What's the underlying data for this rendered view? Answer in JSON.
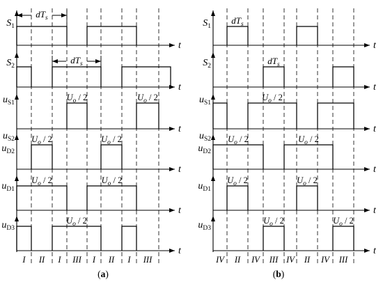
{
  "amplitude_label": {
    "main": "U",
    "sub": "o",
    "rest": " / 2"
  },
  "duty_label": {
    "main": "dT",
    "sub": "s"
  },
  "axis_label": "t",
  "panels": [
    {
      "caption": {
        "open": "(",
        "letter": "a",
        "close": ")"
      },
      "regions": [
        "I",
        "II",
        "I",
        "III",
        "I",
        "II",
        "I",
        "III"
      ],
      "rows": [
        {
          "labels": [
            {
              "main": "S",
              "sub": "1"
            }
          ],
          "levels": [
            1,
            1,
            1,
            0,
            1,
            1,
            1,
            0,
            0
          ],
          "duty_marker": "arrow",
          "duty_block": 0
        },
        {
          "labels": [
            {
              "main": "S",
              "sub": "2"
            }
          ],
          "levels": [
            1,
            0,
            1,
            1,
            1,
            0,
            1,
            1,
            1
          ],
          "duty_marker": "arrow",
          "duty_block": 1
        },
        {
          "labels": [
            {
              "main": "u",
              "sub": "S1"
            }
          ],
          "levels": [
            0,
            0,
            0,
            1,
            0,
            0,
            0,
            1,
            0
          ],
          "labeled_blocks": [
            0,
            1
          ]
        },
        {
          "labels": [
            {
              "main": "u",
              "sub": "S2"
            },
            {
              "main": "u",
              "sub": "D2"
            }
          ],
          "levels": [
            0,
            1,
            0,
            0,
            0,
            1,
            0,
            0,
            0
          ],
          "labeled_blocks": [
            0,
            1
          ]
        },
        {
          "labels": [
            {
              "main": "u",
              "sub": "D1"
            }
          ],
          "levels": [
            1,
            1,
            1,
            0,
            1,
            1,
            1,
            0,
            0
          ],
          "labeled_blocks": [
            0,
            1
          ]
        },
        {
          "labels": [
            {
              "main": "u",
              "sub": "D3"
            }
          ],
          "levels": [
            1,
            0,
            1,
            1,
            1,
            0,
            1,
            0,
            0
          ],
          "labeled_blocks": [
            1
          ]
        }
      ]
    },
    {
      "caption": {
        "open": "(",
        "letter": "b",
        "close": ")"
      },
      "regions": [
        "IV",
        "II",
        "IV",
        "III",
        "IV",
        "II",
        "IV",
        "III"
      ],
      "rows": [
        {
          "labels": [
            {
              "main": "S",
              "sub": "1"
            }
          ],
          "levels": [
            0,
            1,
            0,
            0,
            0,
            1,
            0,
            0,
            0
          ],
          "duty_marker": "label",
          "duty_block": 0
        },
        {
          "labels": [
            {
              "main": "S",
              "sub": "2"
            }
          ],
          "levels": [
            0,
            0,
            0,
            1,
            0,
            0,
            0,
            1,
            0
          ],
          "duty_marker": "label",
          "duty_block": 0
        },
        {
          "labels": [
            {
              "main": "u",
              "sub": "S1"
            }
          ],
          "levels": [
            1,
            0,
            1,
            1,
            1,
            0,
            1,
            1,
            0
          ],
          "labeled_blocks": [
            1
          ]
        },
        {
          "labels": [
            {
              "main": "u",
              "sub": "S2"
            },
            {
              "main": "u",
              "sub": "D2"
            }
          ],
          "levels": [
            1,
            1,
            1,
            0,
            1,
            1,
            1,
            0,
            0
          ],
          "labeled_blocks": [
            0,
            1
          ]
        },
        {
          "labels": [
            {
              "main": "u",
              "sub": "D1"
            }
          ],
          "levels": [
            0,
            1,
            0,
            0,
            0,
            1,
            0,
            0,
            0
          ],
          "labeled_blocks": [
            0,
            1
          ]
        },
        {
          "labels": [
            {
              "main": "u",
              "sub": "D3"
            }
          ],
          "levels": [
            0,
            0,
            0,
            1,
            0,
            0,
            0,
            1,
            0
          ],
          "labeled_blocks": [
            0,
            1
          ]
        }
      ]
    }
  ]
}
